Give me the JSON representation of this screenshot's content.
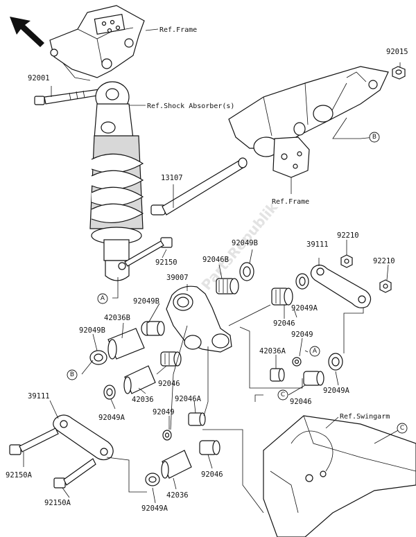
{
  "diagram": {
    "direction_arrow": "front-arrow-icon",
    "references": {
      "frame_top": "Ref.Frame",
      "shock_absorber": "Ref.Shock Absorber(s)",
      "frame_right": "Ref.Frame",
      "swingarm": "Ref.Swingarm"
    },
    "part_numbers": {
      "p92001": "92001",
      "p92015": "92015",
      "p13107": "13107",
      "p92150": "92150",
      "p92049B_top": "92049B",
      "p39111_top": "39111",
      "p92210_a": "92210",
      "p92210_b": "92210",
      "p92046B": "92046B",
      "p39007": "39007",
      "p92049B_mid": "92049B",
      "p42036B": "42036B",
      "p92049B_left": "92049B",
      "p92049A_right": "92049A",
      "p92046_right": "92046",
      "p92049": "92049",
      "p42036A": "42036A",
      "p92049A_right2": "92049A",
      "p92046_c": "92046",
      "p92046_mid": "92046",
      "p42036_mid": "42036",
      "p92046A": "92046A",
      "p92049A_left": "92049A",
      "p39111_bottom": "39111",
      "p92049_bottom": "92049",
      "p92150A_a": "92150A",
      "p92150A_b": "92150A",
      "p92046_bottom": "92046",
      "p42036_bottom": "42036",
      "p92049A_bottom": "92049A"
    },
    "callouts": {
      "A": "A",
      "B": "B",
      "C": "C"
    },
    "watermark": "PartsRepublik"
  }
}
